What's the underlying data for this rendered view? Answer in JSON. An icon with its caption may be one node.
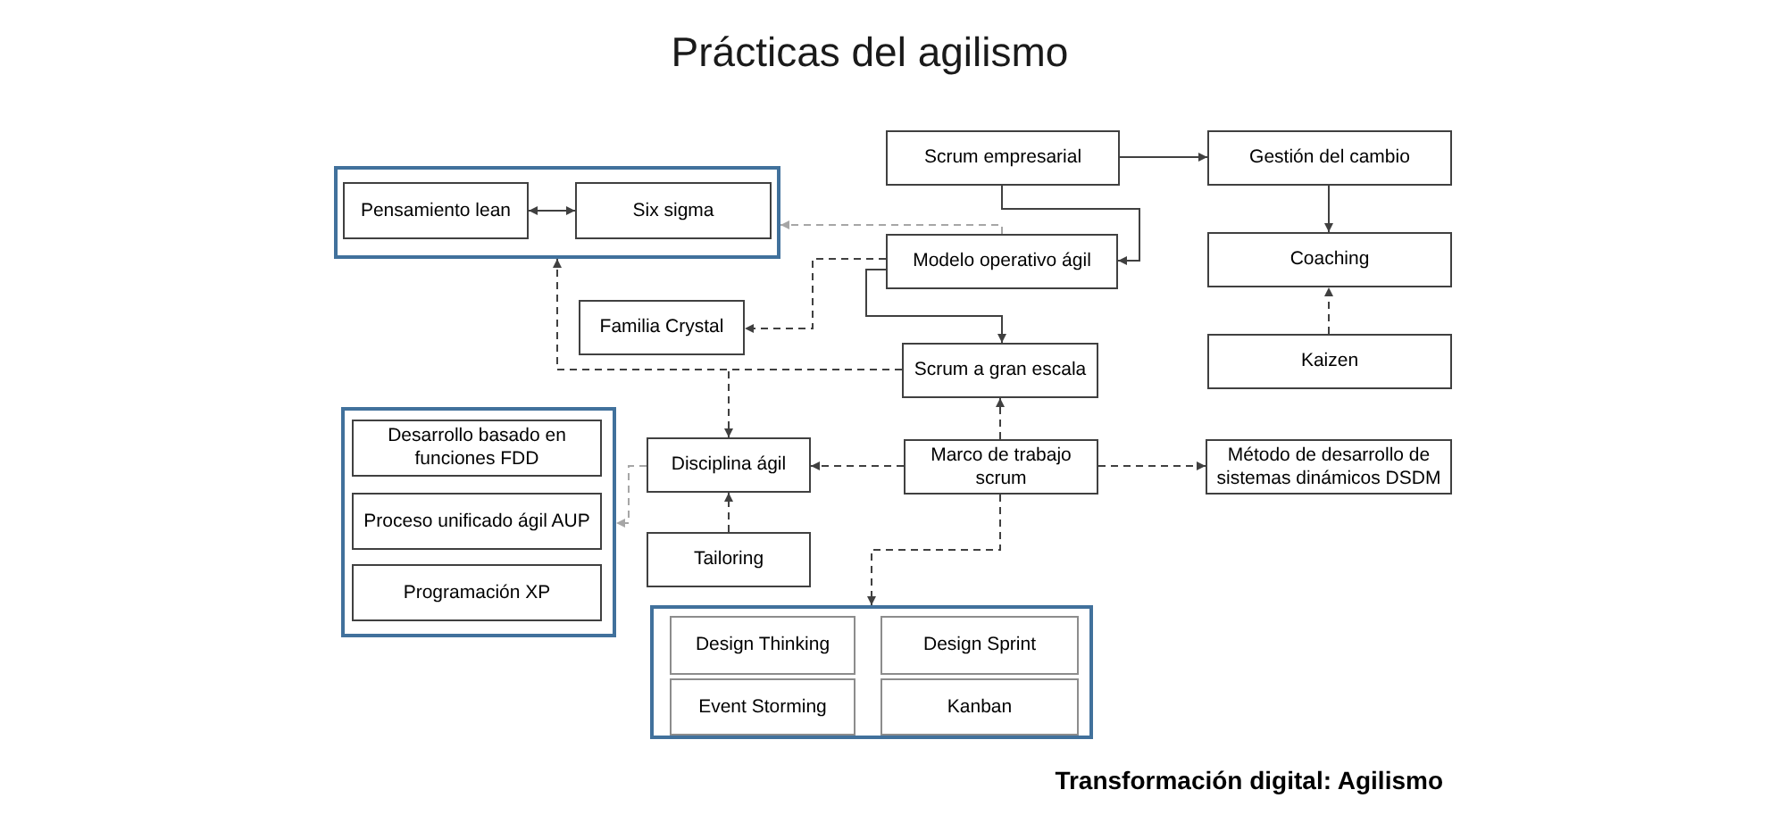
{
  "diagram": {
    "title": "Prácticas del agilismo",
    "caption": "Transformación digital: Agilismo",
    "nodes": [
      {
        "text": [
          "Scrum empresarial"
        ]
      },
      {
        "text": [
          "Gestión del cambio"
        ]
      },
      {
        "text": [],
        "shape": "box"
      },
      {
        "text": [
          "Pensamiento lean"
        ],
        "in": 2
      },
      {
        "text": [
          "Six sigma"
        ],
        "in": 2
      },
      {
        "text": [
          "Modelo operativo ágil"
        ]
      },
      {
        "text": [
          "Coaching"
        ]
      },
      {
        "text": [
          "Familia Crystal"
        ]
      },
      {
        "text": [
          "Scrum a gran escala"
        ]
      },
      {
        "text": [
          "Kaizen"
        ]
      },
      {
        "text": [],
        "shape": "box"
      },
      {
        "text": [
          "Desarrollo basado en funciones FDD"
        ],
        "in": 10
      },
      {
        "text": [
          "Proceso unificado ágil AUP"
        ],
        "in": 10
      },
      {
        "text": [
          "Programación XP"
        ],
        "in": 10
      },
      {
        "text": [
          "Disciplina ágil"
        ]
      },
      {
        "text": [
          "Marco de trabajo scrum"
        ]
      },
      {
        "text": [
          "Método de desarrollo de sistemas dinámicos DSDM"
        ]
      },
      {
        "text": [
          "Tailoring"
        ]
      },
      {
        "text": [],
        "shape": "box"
      },
      {
        "text": [
          "Design Thinking"
        ],
        "in": 18
      },
      {
        "text": [
          "Design Sprint"
        ],
        "in": 18
      },
      {
        "text": [
          "Event Storming"
        ],
        "in": 18
      },
      {
        "text": [
          "Kanban"
        ],
        "in": 18
      }
    ],
    "edges": [
      {
        "from": 0,
        "to": 1,
        "arrow": "to"
      },
      {
        "from": 1,
        "to": 6,
        "arrow": "to"
      },
      {
        "from": 0,
        "to": 5,
        "arrow": "to"
      },
      {
        "from": 3,
        "to": 4,
        "arrow": "both"
      },
      {
        "from": 5,
        "to": 2,
        "arrow": "to",
        "style": "dashed",
        "color": "#a6a6a6"
      },
      {
        "from": 5,
        "to": 7,
        "arrow": "to",
        "style": "dashed"
      },
      {
        "from": 5,
        "to": 8,
        "arrow": "to"
      },
      {
        "from": 9,
        "to": 6,
        "arrow": "to",
        "style": "dashed"
      },
      {
        "from": 8,
        "to": 2,
        "arrow": "to",
        "style": "dashed"
      },
      {
        "from": 8,
        "to": 14,
        "arrow": "to",
        "style": "dashed"
      },
      {
        "from": 15,
        "to": 8,
        "arrow": "to",
        "style": "dashed"
      },
      {
        "from": 15,
        "to": 14,
        "arrow": "to",
        "style": "dashed"
      },
      {
        "from": 15,
        "to": 16,
        "arrow": "to",
        "style": "dashed"
      },
      {
        "from": 15,
        "to": 18,
        "arrow": "to",
        "style": "dashed"
      },
      {
        "from": 14,
        "to": 10,
        "arrow": "to",
        "style": "dashed",
        "color": "#a6a6a6"
      },
      {
        "from": 17,
        "to": 14,
        "arrow": "to",
        "style": "dashed"
      }
    ]
  }
}
